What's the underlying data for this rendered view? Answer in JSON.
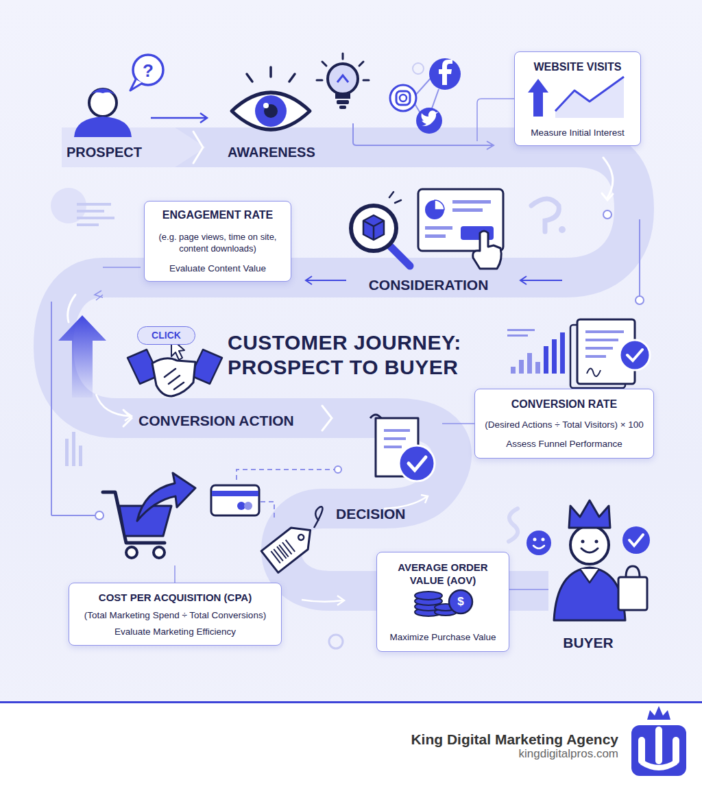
{
  "diagram": {
    "title": "CUSTOMER JOURNEY: PROSPECT TO BUYER",
    "nodes": [
      {
        "text": [
          "WEBSITE VISITS",
          "Measure Initial Interest"
        ]
      },
      {
        "text": [
          "ENGAGEMENT RATE",
          "(e.g. page views, time on site, content downloads)",
          "Evaluate Content Value"
        ]
      },
      {
        "text": [
          "CLICK"
        ]
      },
      {
        "text": [
          "CONVERSION RATE",
          "(Desired Actions ÷ Total Visitors) × 100",
          "Assess Funnel Performance"
        ]
      },
      {
        "text": [
          "COST PER ACQUISITION (CPA)",
          "(Total Marketing Spend ÷ Total Conversions)",
          "Evaluate Marketing Efficiency"
        ]
      },
      {
        "text": [
          "AVERAGE ORDER VALUE (AOV)",
          "Maximize Purchase Value"
        ]
      }
    ],
    "labels": [
      "?",
      "PROSPECT",
      "AWARENESS",
      "CONSIDERATION",
      "CONVERSION ACTION",
      "DECISION",
      "$",
      "BUYER",
      "King Digital Marketing Agency",
      "kingdigitalpros.com"
    ]
  }
}
